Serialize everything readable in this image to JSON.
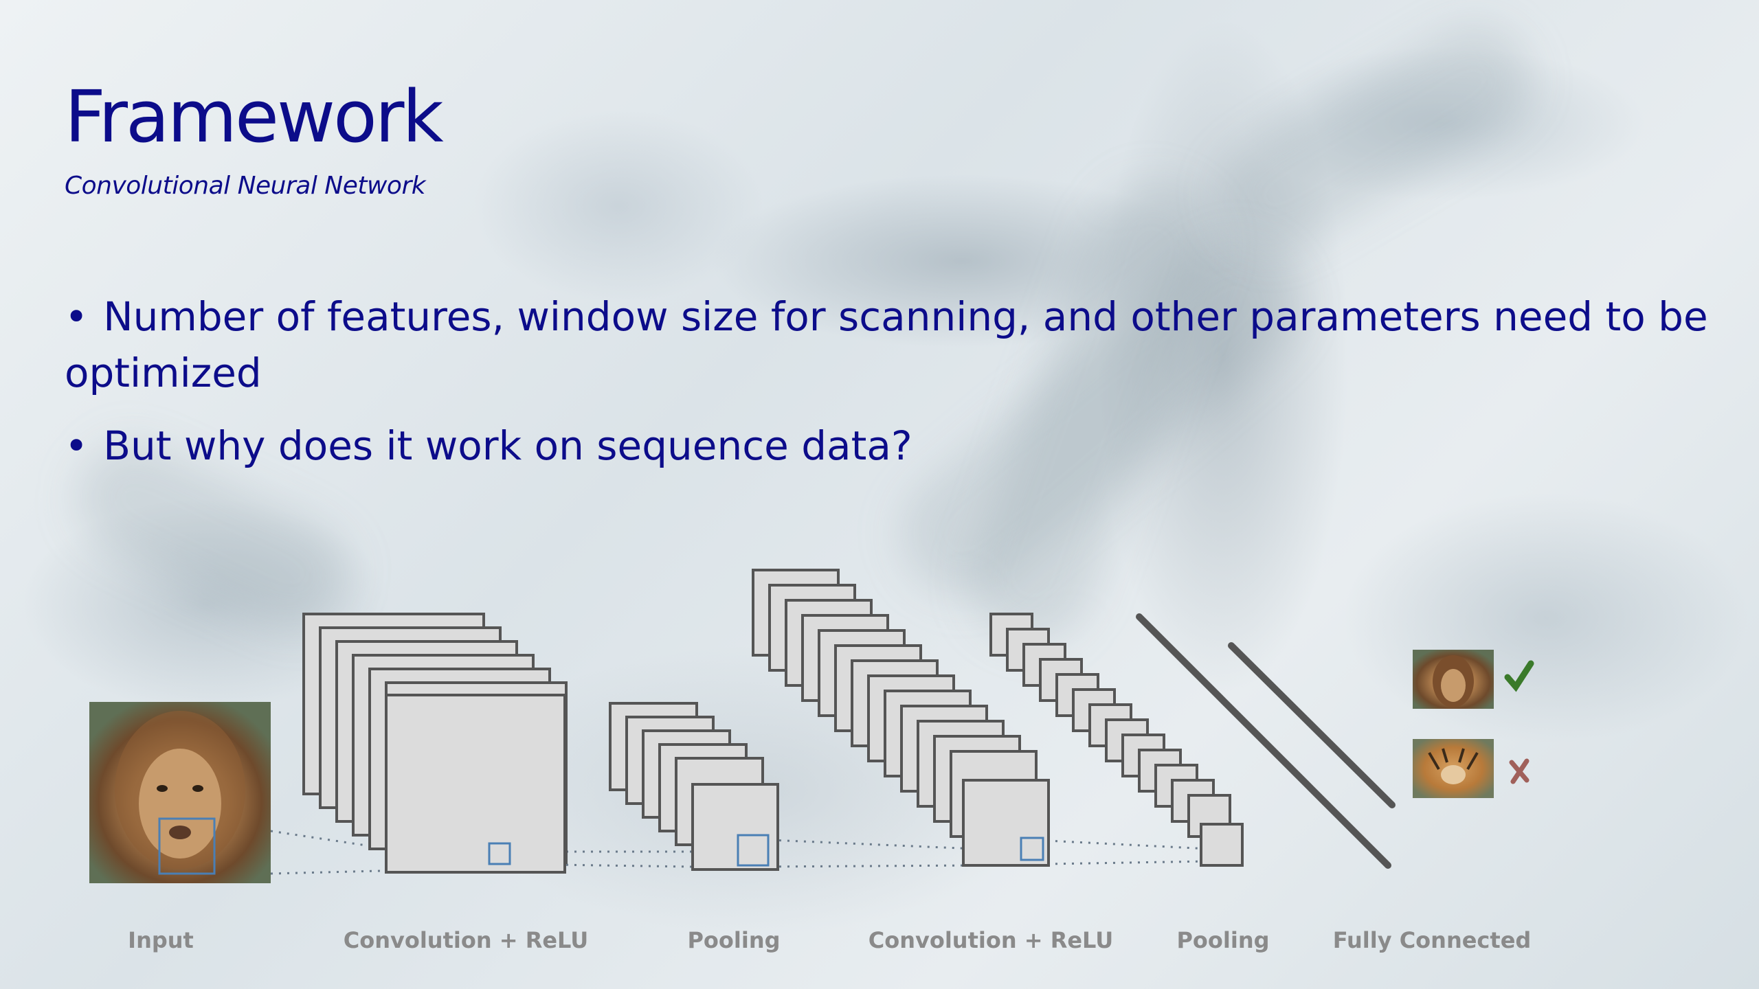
{
  "slide": {
    "title": "Framework",
    "subtitle": "Convolutional Neural Network",
    "bullets": [
      "Number of features, window size for scanning, and other parameters need to be optimized",
      "But why does it work on sequence data?"
    ]
  },
  "diagram": {
    "stages": [
      "Input",
      "Convolution + ReLU",
      "Pooling",
      "Convolution + ReLU",
      "Pooling",
      "Fully Connected"
    ],
    "outputs": [
      {
        "image": "lion-thumbnail",
        "mark": "check-icon",
        "color": "#3a7a2a"
      },
      {
        "image": "tiger-thumbnail",
        "mark": "cross-icon",
        "color": "#a0605a"
      }
    ]
  },
  "colors": {
    "title": "#0c0c8a",
    "layer_fill": "#dcdcdc",
    "layer_stroke": "#555555",
    "window_stroke": "#4a7fb5",
    "label": "#8a8a8a"
  }
}
